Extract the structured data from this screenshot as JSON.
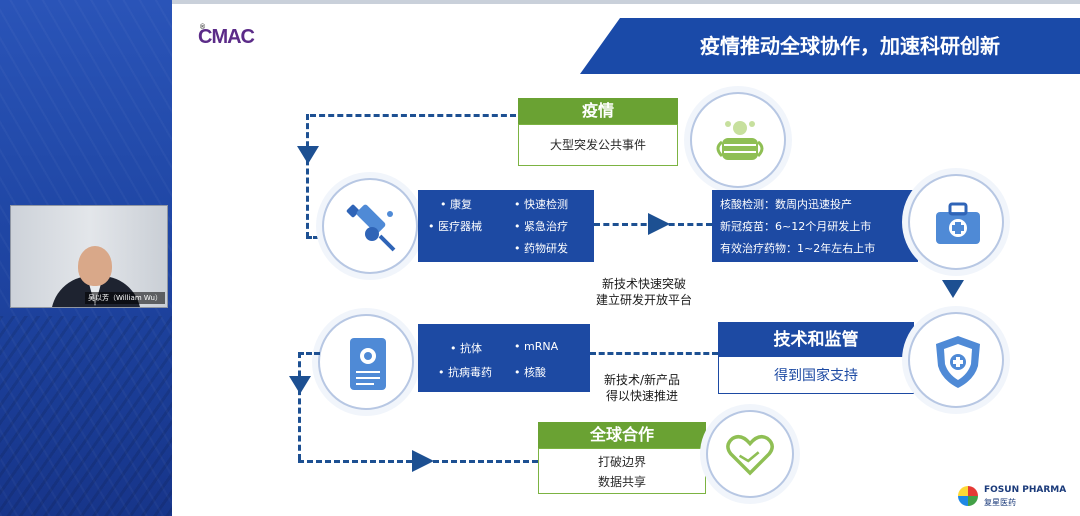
{
  "meeting": {
    "speaker_name": "吴以芳（William Wu）"
  },
  "slide": {
    "logo_text": "CMAC",
    "logo_reg": "®",
    "title": "疫情推动全球协作，加速科研创新",
    "top_box": {
      "title": "疫情",
      "subtitle": "大型突发公共事件"
    },
    "left_panel": {
      "items": [
        "快速检测",
        "康复",
        "紧急治疗",
        "医疗器械",
        "药物研发"
      ]
    },
    "right_panel": {
      "lines": [
        "核酸检测：数周内迅速投产",
        "新冠疫苗：6~12个月研发上市",
        "有效治疗药物：1~2年左右上市"
      ]
    },
    "center_text_1": [
      "新技术快速突破",
      "建立研发开放平台"
    ],
    "tech_box": {
      "title": "技术和监管",
      "subtitle": "得到国家支持"
    },
    "mid_panel": {
      "items": [
        "mRNA",
        "抗体",
        "核酸",
        "抗病毒药"
      ]
    },
    "center_text_2": [
      "新技术/新产品",
      "得以快速推进"
    ],
    "bottom_box": {
      "title": "全球合作",
      "line1": "打破边界",
      "line2": "数据共享"
    },
    "brand": {
      "en": "FOSUN PHARMA",
      "cn": "复星医药"
    }
  },
  "colors": {
    "primary_blue": "#1d4aa3",
    "accent_green": "#7cb342",
    "logo_purple": "#5b2b88"
  }
}
